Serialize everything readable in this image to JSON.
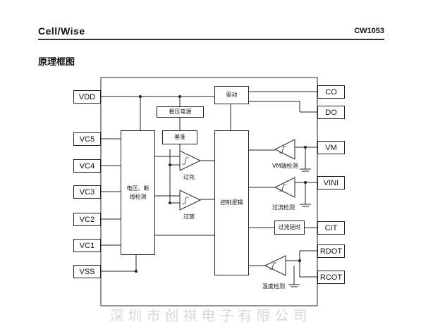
{
  "header": {
    "logo": "Cell/Wise",
    "part_number": "CW1053"
  },
  "section_title": "原理框图",
  "pins_left": [
    "VDD",
    "VC5",
    "VC4",
    "VC3",
    "VC2",
    "VC1",
    "VSS"
  ],
  "pins_right": [
    "CO",
    "DO",
    "VM",
    "VINI",
    "CIT",
    "RDOT",
    "RCOT"
  ],
  "blocks": {
    "drive": "驱动",
    "regulator": "稳压电源",
    "reference": "基准",
    "voltage_detect": "电压、断线检测",
    "control_logic": "控制逻辑",
    "overcurrent_delay": "过流延时"
  },
  "comparator_labels": {
    "overcharge": "过充",
    "overdischarge": "过放",
    "vm_detect": "VM端检测",
    "overcurrent_detect": "过流检测",
    "temp_detect": "温度检测"
  },
  "watermark": "深圳市创祺电子有限公司"
}
